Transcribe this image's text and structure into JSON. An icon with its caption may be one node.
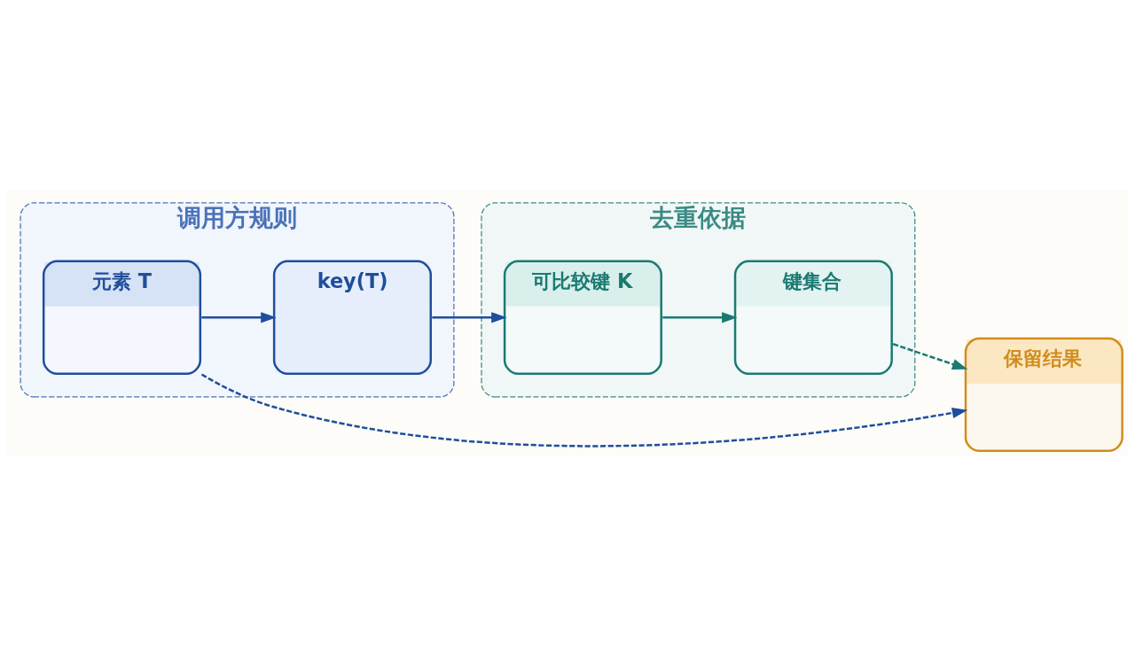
{
  "diagram": {
    "nodes": [
      {
        "text": [
          "调用方规则"
        ]
      },
      {
        "text": [
          "元素 T"
        ],
        "in": 0
      },
      {
        "text": [
          "key(T)"
        ],
        "in": 0
      },
      {
        "text": [
          "去重依据"
        ]
      },
      {
        "text": [
          "可比较键 K"
        ],
        "in": 3
      },
      {
        "text": [
          "键集合"
        ],
        "in": 3
      },
      {
        "text": [
          "保留结果"
        ]
      }
    ],
    "edges": [
      {
        "from": 1,
        "to": 2,
        "arrow": "to"
      },
      {
        "from": 2,
        "to": 4,
        "arrow": "to"
      },
      {
        "from": 4,
        "to": 5,
        "arrow": "to",
        "color": "#1a7a72"
      },
      {
        "from": 1,
        "to": 6,
        "arrow": "to",
        "style": "dashed"
      },
      {
        "from": 5,
        "to": 6,
        "arrow": "to",
        "style": "dashed",
        "color": "#1a7a72"
      }
    ]
  }
}
